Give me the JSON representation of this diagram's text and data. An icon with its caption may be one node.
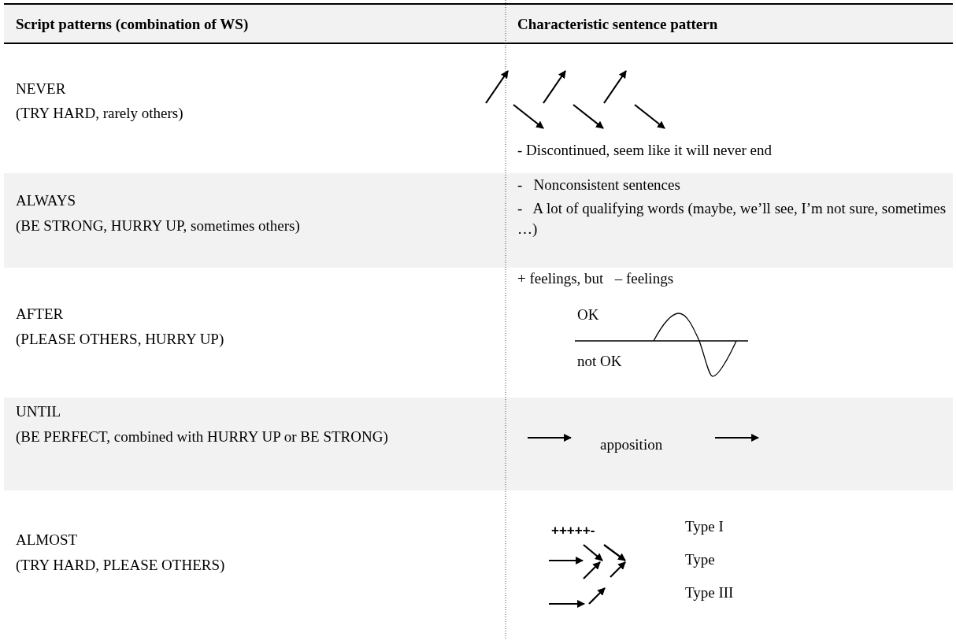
{
  "diagram": {
    "labels": [
      "Script patterns (combination of WS)",
      "Characteristic sentence pattern",
      "NEVER",
      "(TRY HARD, rarely others)",
      "- Discontinued, seem like it will never end",
      "ALWAYS",
      "(BE STRONG, HURRY UP, sometimes others)",
      "-   Nonconsistent sentences",
      "-   A lot of qualifying words (maybe, we’ll see, I’m not sure, sometimes …)",
      "AFTER",
      "(PLEASE OTHERS, HURRY UP)",
      "+ feelings, but   – feelings",
      "OK",
      "not OK",
      "UNTIL",
      "(BE PERFECT, combined with HURRY UP or BE STRONG)",
      "apposition",
      "ALMOST",
      "(TRY HARD, PLEASE OTHERS)",
      "+++++-",
      "Type I",
      "Type",
      "Type III"
    ]
  }
}
